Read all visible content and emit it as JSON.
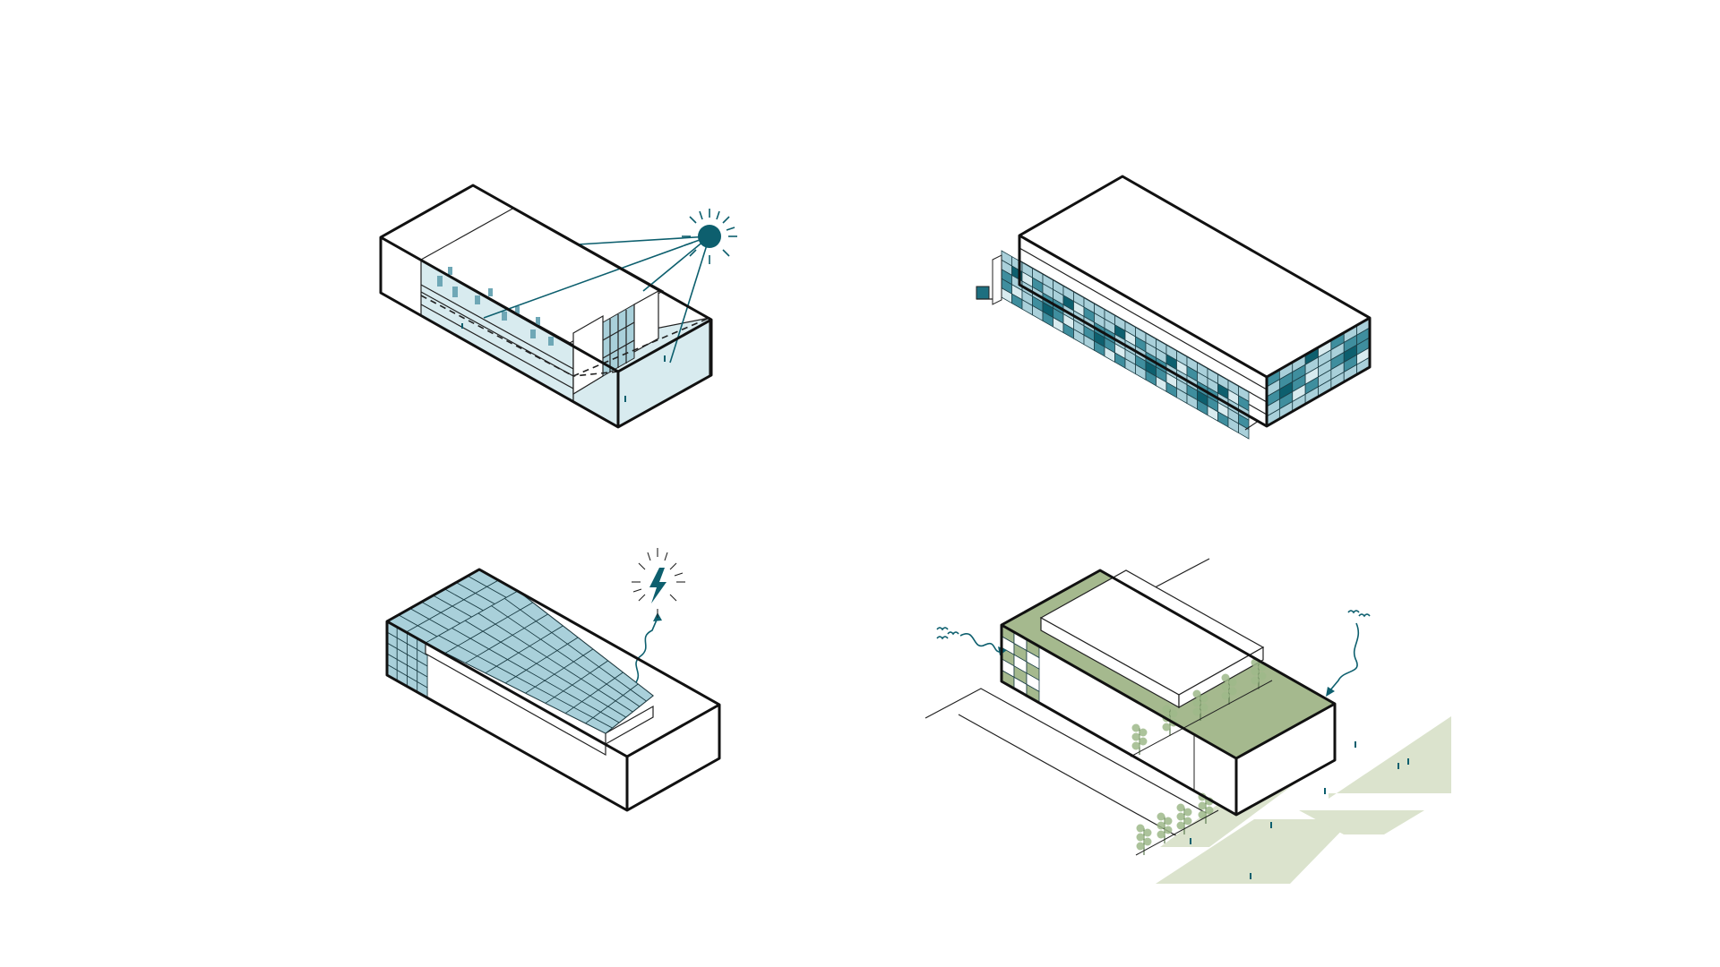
{
  "colors": {
    "background": "#ffffff",
    "outline": "#111111",
    "teal_dark": "#0d5f6e",
    "teal_mid": "#3f8e9e",
    "teal_light": "#a9d0da",
    "teal_pale": "#d8ebef",
    "green_roof": "#a5b98e",
    "green_pale": "#dbe3cd",
    "tree": "#9db88a"
  },
  "panels": [
    {
      "name": "daylighting-diagram",
      "icon": "sun-icon"
    },
    {
      "name": "facade-panels-diagram",
      "icon": "glass-facade-icon"
    },
    {
      "name": "solar-roof-diagram",
      "icon": "lightning-bolt-icon"
    },
    {
      "name": "green-roof-diagram",
      "icon": "bird-icon"
    }
  ]
}
